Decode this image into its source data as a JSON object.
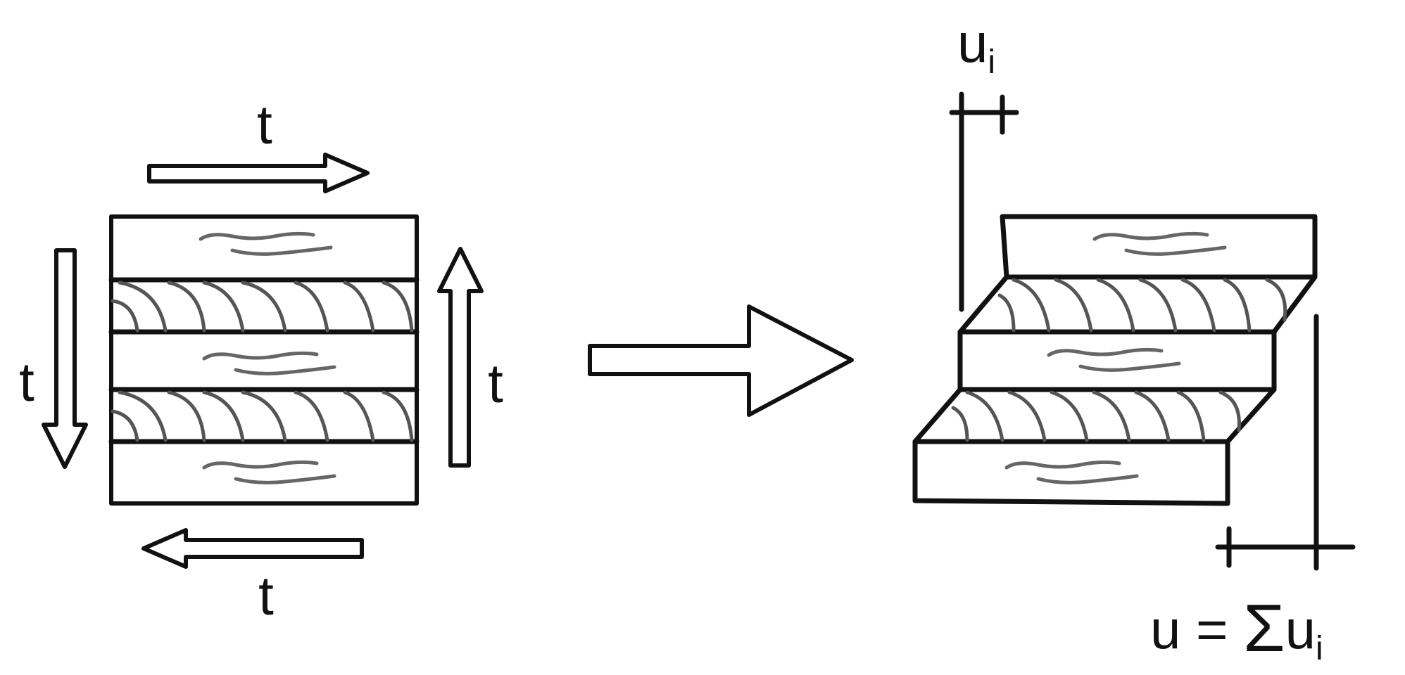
{
  "labels": {
    "t_top": "t",
    "t_left": "t",
    "t_right": "t",
    "t_bottom": "t",
    "u_i_base": "u",
    "u_i_sub": "i",
    "u_sum_left": "u = ",
    "u_sum_sigma": "Σ",
    "u_sum_base": "u",
    "u_sum_sub": "i"
  },
  "colors": {
    "ink": "#111111",
    "hatch": "#555555",
    "grain": "#666666",
    "background": "#ffffff"
  }
}
